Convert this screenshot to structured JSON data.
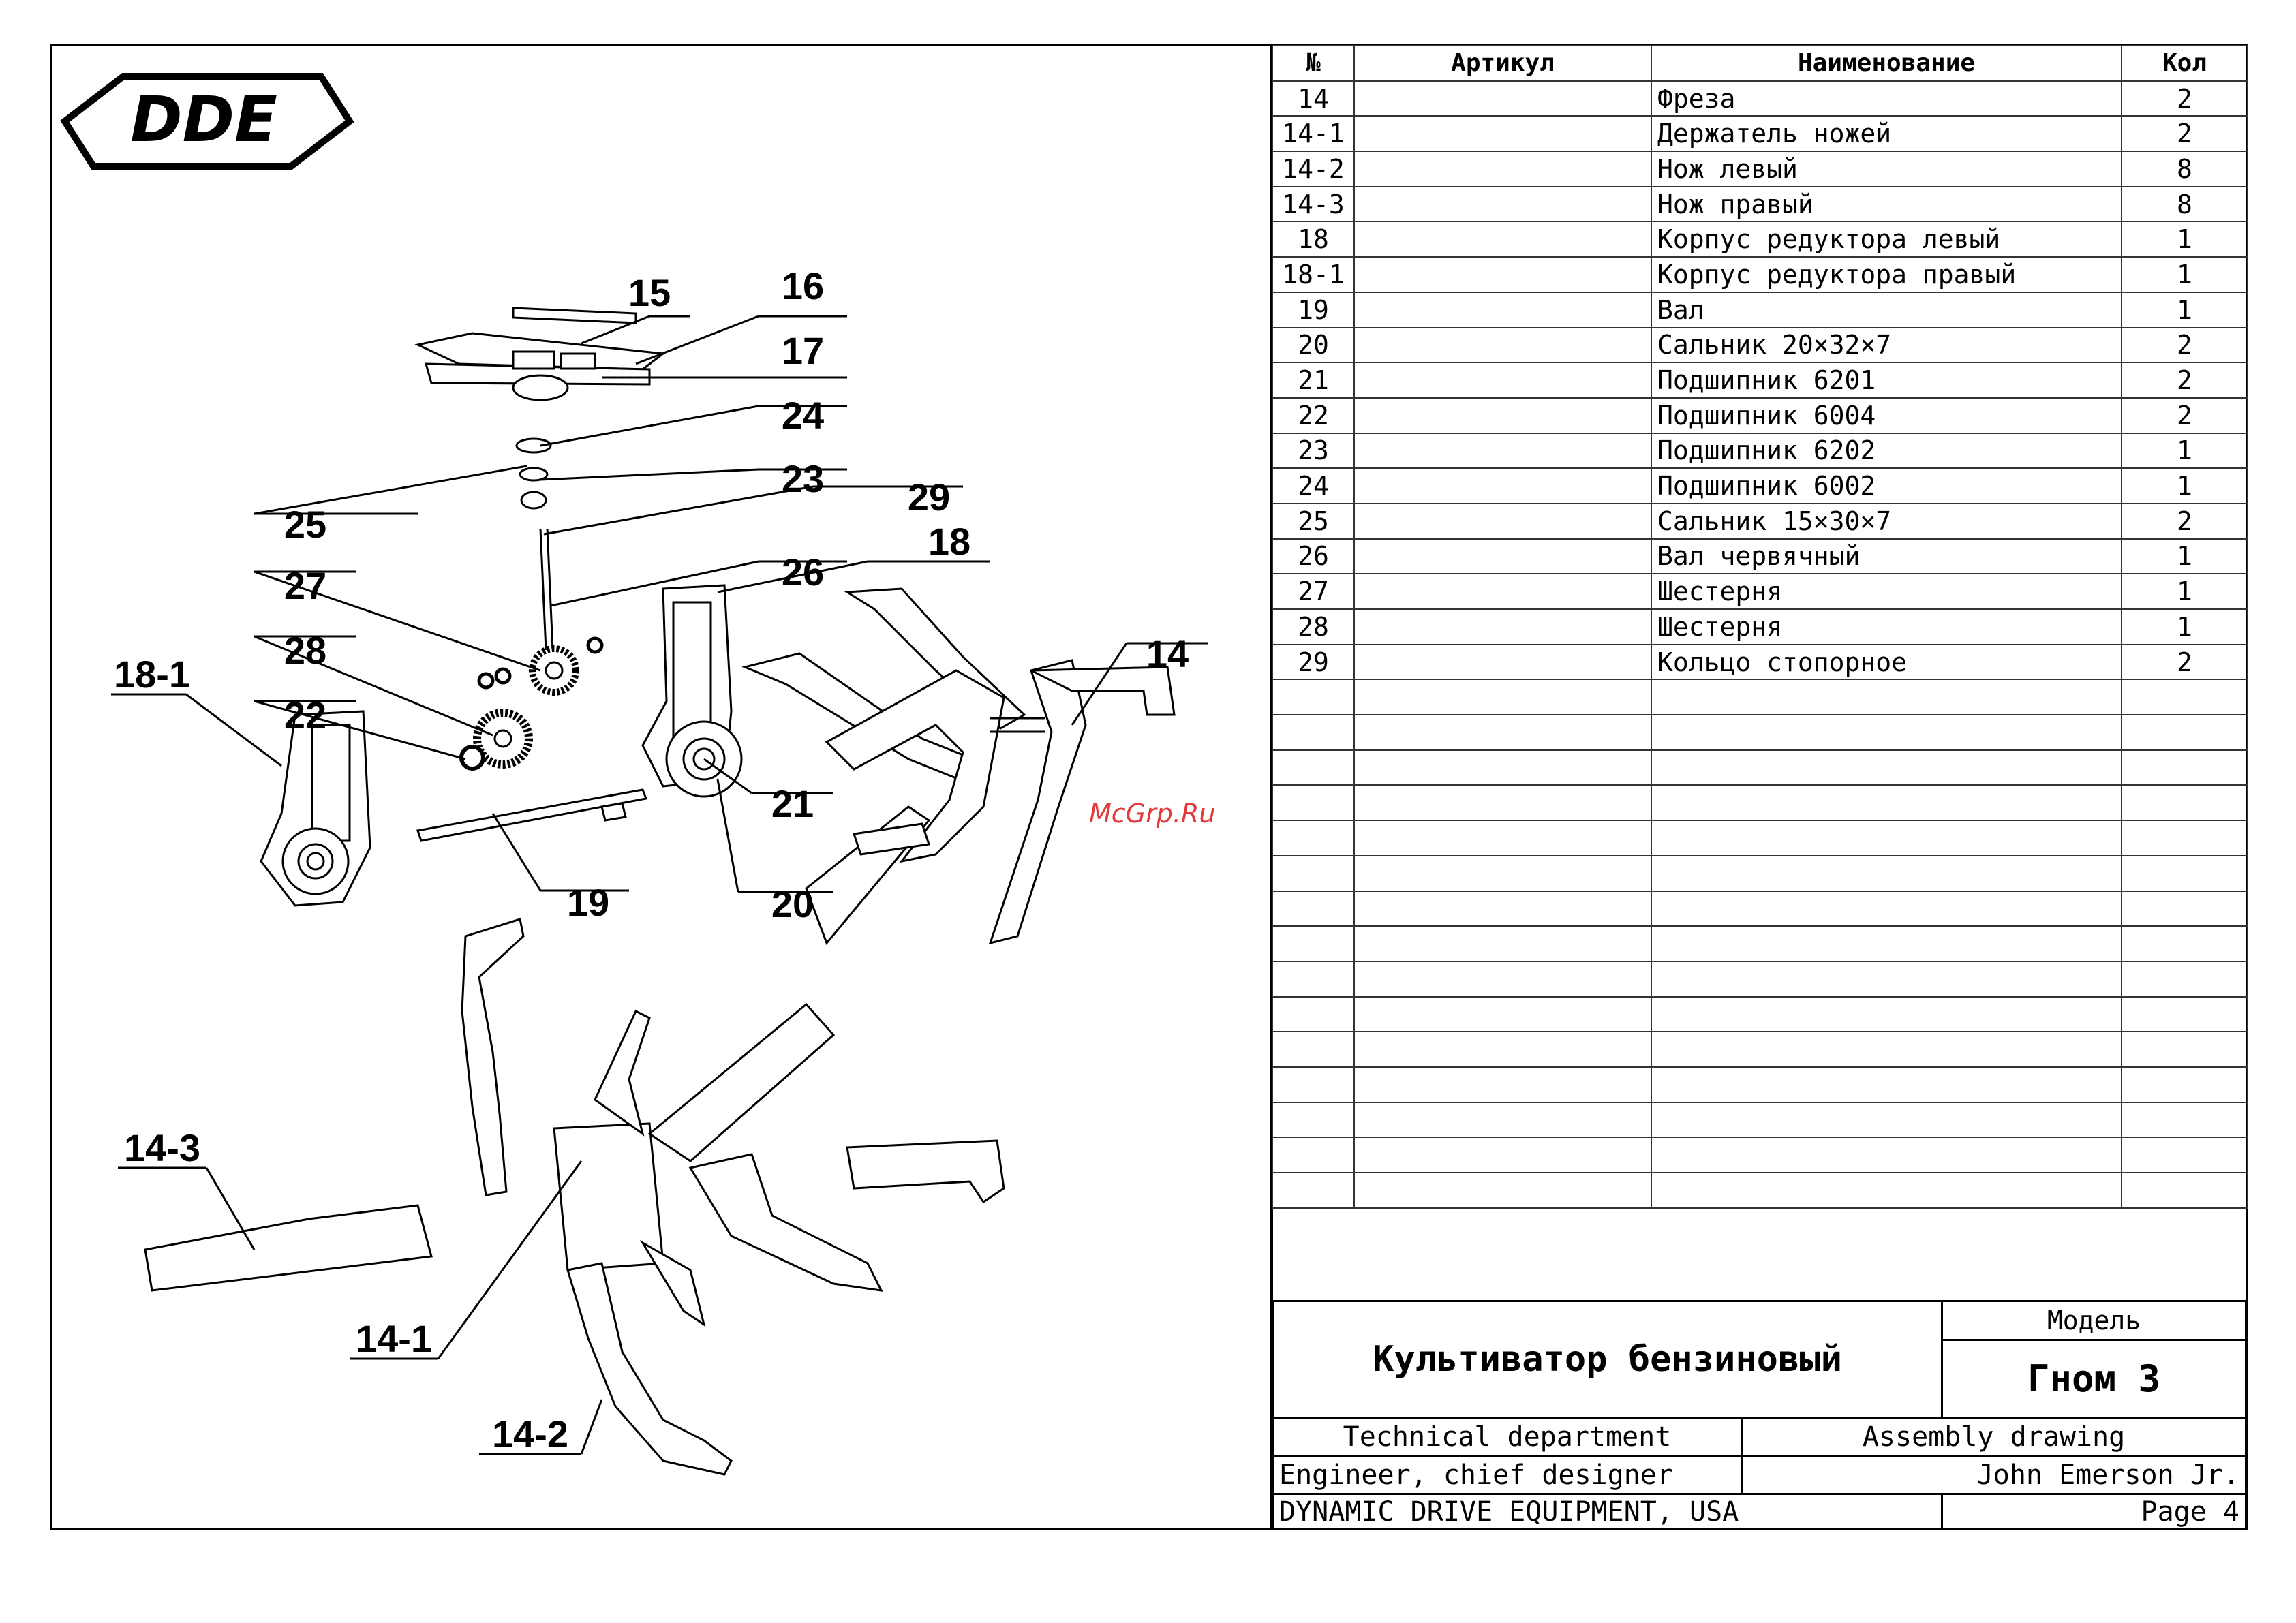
{
  "logo": {
    "text": "DDE"
  },
  "watermark": "McGrp.Ru",
  "callouts": [
    "15",
    "16",
    "17",
    "24",
    "23",
    "29",
    "25",
    "26",
    "27",
    "18",
    "28",
    "14",
    "18-1",
    "22",
    "21",
    "19",
    "20",
    "14-3",
    "14-1",
    "14-2"
  ],
  "table": {
    "headers": {
      "num": "№",
      "article": "Артикул",
      "name": "Наименование",
      "qty": "Кол"
    },
    "rows": [
      {
        "num": "14",
        "article": "",
        "name": "Фреза",
        "qty": "2"
      },
      {
        "num": "14-1",
        "article": "",
        "name": "Держатель ножей",
        "qty": "2"
      },
      {
        "num": "14-2",
        "article": "",
        "name": "Нож левый",
        "qty": "8"
      },
      {
        "num": "14-3",
        "article": "",
        "name": "Нож правый",
        "qty": "8"
      },
      {
        "num": "18",
        "article": "",
        "name": "Корпус редуктора левый",
        "qty": "1"
      },
      {
        "num": "18-1",
        "article": "",
        "name": "Корпус редуктора правый",
        "qty": "1"
      },
      {
        "num": "19",
        "article": "",
        "name": "Вал",
        "qty": "1"
      },
      {
        "num": "20",
        "article": "",
        "name": "Сальник 20×32×7",
        "qty": "2"
      },
      {
        "num": "21",
        "article": "",
        "name": "Подшипник 6201",
        "qty": "2"
      },
      {
        "num": "22",
        "article": "",
        "name": "Подшипник 6004",
        "qty": "2"
      },
      {
        "num": "23",
        "article": "",
        "name": "Подшипник 6202",
        "qty": "1"
      },
      {
        "num": "24",
        "article": "",
        "name": "Подшипник 6002",
        "qty": "1"
      },
      {
        "num": "25",
        "article": "",
        "name": "Сальник 15×30×7",
        "qty": "2"
      },
      {
        "num": "26",
        "article": "",
        "name": "Вал червячный",
        "qty": "1"
      },
      {
        "num": "27",
        "article": "",
        "name": "Шестерня",
        "qty": "1"
      },
      {
        "num": "28",
        "article": "",
        "name": "Шестерня",
        "qty": "1"
      },
      {
        "num": "29",
        "article": "",
        "name": "Кольцо стопорное",
        "qty": "2"
      }
    ],
    "empty_rows": 15
  },
  "title_block": {
    "title": "Культиватор бензиновый",
    "model_label": "Модель",
    "model_value": "Гном 3",
    "department": "Technical department",
    "drawing_type": "Assembly drawing",
    "role": "Engineer, chief designer",
    "designer": "John Emerson Jr.",
    "company": "DYNAMIC DRIVE EQUIPMENT, USA",
    "page": "Page 4"
  }
}
